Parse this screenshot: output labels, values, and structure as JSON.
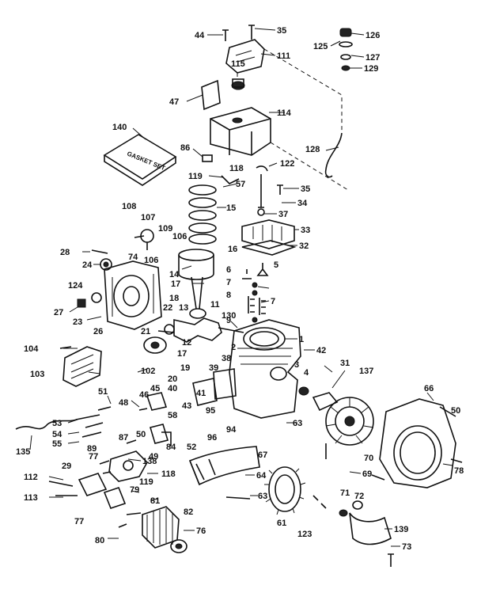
{
  "diagram": {
    "gasket_set_label": "GASKET SET",
    "callouts": [
      {
        "id": "c44",
        "text": "44"
      },
      {
        "id": "c35a",
        "text": "35"
      },
      {
        "id": "c111",
        "text": "111"
      },
      {
        "id": "c115",
        "text": "115"
      },
      {
        "id": "c47",
        "text": "47"
      },
      {
        "id": "c114",
        "text": "114"
      },
      {
        "id": "c125",
        "text": "125"
      },
      {
        "id": "c126",
        "text": "126"
      },
      {
        "id": "c127",
        "text": "127"
      },
      {
        "id": "c129",
        "text": "129"
      },
      {
        "id": "c140",
        "text": "140"
      },
      {
        "id": "c86",
        "text": "86"
      },
      {
        "id": "c119a",
        "text": "119"
      },
      {
        "id": "c118a",
        "text": "118"
      },
      {
        "id": "c122",
        "text": "122"
      },
      {
        "id": "c128",
        "text": "128"
      },
      {
        "id": "c57",
        "text": "57"
      },
      {
        "id": "c35b",
        "text": "35"
      },
      {
        "id": "c34",
        "text": "34"
      },
      {
        "id": "c15",
        "text": "15"
      },
      {
        "id": "c37",
        "text": "37"
      },
      {
        "id": "c108",
        "text": "108"
      },
      {
        "id": "c107",
        "text": "107"
      },
      {
        "id": "c109",
        "text": "109"
      },
      {
        "id": "c33",
        "text": "33"
      },
      {
        "id": "c106a",
        "text": "106"
      },
      {
        "id": "c28",
        "text": "28"
      },
      {
        "id": "c74",
        "text": "74"
      },
      {
        "id": "c106b",
        "text": "106"
      },
      {
        "id": "c16",
        "text": "16"
      },
      {
        "id": "c32",
        "text": "32"
      },
      {
        "id": "c24",
        "text": "24"
      },
      {
        "id": "c14",
        "text": "14"
      },
      {
        "id": "c5",
        "text": "5"
      },
      {
        "id": "c6",
        "text": "6"
      },
      {
        "id": "c124",
        "text": "124"
      },
      {
        "id": "c17a",
        "text": "17"
      },
      {
        "id": "c7a",
        "text": "7"
      },
      {
        "id": "c8",
        "text": "8"
      },
      {
        "id": "c7b",
        "text": "7"
      },
      {
        "id": "c27",
        "text": "27"
      },
      {
        "id": "c18",
        "text": "18"
      },
      {
        "id": "c13",
        "text": "13"
      },
      {
        "id": "c22",
        "text": "22"
      },
      {
        "id": "c11",
        "text": "11"
      },
      {
        "id": "c23",
        "text": "23"
      },
      {
        "id": "c26",
        "text": "26"
      },
      {
        "id": "c130",
        "text": "130"
      },
      {
        "id": "c9",
        "text": "9"
      },
      {
        "id": "c21",
        "text": "21"
      },
      {
        "id": "c12",
        "text": "12"
      },
      {
        "id": "c1",
        "text": "1"
      },
      {
        "id": "c104",
        "text": "104"
      },
      {
        "id": "c42",
        "text": "42"
      },
      {
        "id": "c17b",
        "text": "17"
      },
      {
        "id": "c2",
        "text": "2"
      },
      {
        "id": "c38",
        "text": "38"
      },
      {
        "id": "c103",
        "text": "103"
      },
      {
        "id": "c19",
        "text": "19"
      },
      {
        "id": "c39",
        "text": "39"
      },
      {
        "id": "c3",
        "text": "3"
      },
      {
        "id": "c31",
        "text": "31"
      },
      {
        "id": "c102",
        "text": "102"
      },
      {
        "id": "c20",
        "text": "20"
      },
      {
        "id": "c40",
        "text": "40"
      },
      {
        "id": "c137",
        "text": "137"
      },
      {
        "id": "c4",
        "text": "4"
      },
      {
        "id": "c45",
        "text": "45"
      },
      {
        "id": "c51",
        "text": "51"
      },
      {
        "id": "c46",
        "text": "46"
      },
      {
        "id": "c66",
        "text": "66"
      },
      {
        "id": "c48",
        "text": "48"
      },
      {
        "id": "c43",
        "text": "43"
      },
      {
        "id": "c41",
        "text": "41"
      },
      {
        "id": "c95",
        "text": "95"
      },
      {
        "id": "c50a",
        "text": "50"
      },
      {
        "id": "c53",
        "text": "53"
      },
      {
        "id": "c58",
        "text": "58"
      },
      {
        "id": "c63",
        "text": "63"
      },
      {
        "id": "c54",
        "text": "54"
      },
      {
        "id": "c50b",
        "text": "50"
      },
      {
        "id": "c96",
        "text": "96"
      },
      {
        "id": "c94",
        "text": "94"
      },
      {
        "id": "c55",
        "text": "55"
      },
      {
        "id": "c89",
        "text": "89"
      },
      {
        "id": "c87",
        "text": "87"
      },
      {
        "id": "c84",
        "text": "84"
      },
      {
        "id": "c52",
        "text": "52"
      },
      {
        "id": "c135",
        "text": "135"
      },
      {
        "id": "c77a",
        "text": "77"
      },
      {
        "id": "c49",
        "text": "49"
      },
      {
        "id": "c67",
        "text": "67"
      },
      {
        "id": "c70",
        "text": "70"
      },
      {
        "id": "c78",
        "text": "78"
      },
      {
        "id": "c138",
        "text": "138"
      },
      {
        "id": "c29a",
        "text": "29"
      },
      {
        "id": "c118b",
        "text": "118"
      },
      {
        "id": "c112",
        "text": "112"
      },
      {
        "id": "c119b",
        "text": "119"
      },
      {
        "id": "c64",
        "text": "64"
      },
      {
        "id": "c69",
        "text": "69"
      },
      {
        "id": "c79",
        "text": "79"
      },
      {
        "id": "c113",
        "text": "113"
      },
      {
        "id": "c63b",
        "text": "63"
      },
      {
        "id": "c81",
        "text": "81"
      },
      {
        "id": "c71",
        "text": "71"
      },
      {
        "id": "c72",
        "text": "72"
      },
      {
        "id": "c82",
        "text": "82"
      },
      {
        "id": "c77b",
        "text": "77"
      },
      {
        "id": "c61",
        "text": "61"
      },
      {
        "id": "c123",
        "text": "123"
      },
      {
        "id": "c139",
        "text": "139"
      },
      {
        "id": "c76",
        "text": "76"
      },
      {
        "id": "c80",
        "text": "80"
      },
      {
        "id": "c73",
        "text": "73"
      }
    ]
  }
}
